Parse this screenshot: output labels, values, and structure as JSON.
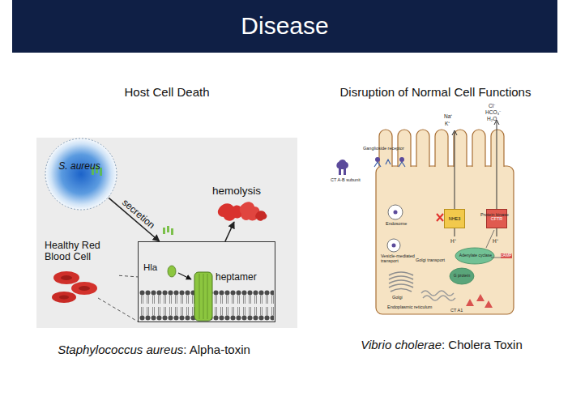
{
  "diagram": {
    "title": "Disease",
    "nodes": [
      {
        "text": [
          "Host Cell Death"
        ]
      },
      {
        "text": [
          "S. aureus"
        ],
        "in": 0
      },
      {
        "text": [
          "Healthy Red Blood Cell"
        ],
        "in": 0
      },
      {
        "text": [
          "Hla",
          "heptamer"
        ],
        "in": 0
      },
      {
        "text": [
          "hemolysis"
        ],
        "in": 0
      },
      {
        "text": [
          "Disruption of Normal Cell Functions"
        ]
      },
      {
        "text": [
          "NHE3"
        ],
        "in": 5
      },
      {
        "text": [
          "CFTR"
        ],
        "in": 5
      }
    ],
    "edges": [
      {
        "from": 1,
        "to": 3,
        "label": "secretion",
        "arrow": "to"
      },
      {
        "from": 2,
        "to": 3,
        "arrow": "none"
      },
      {
        "from": 3,
        "to": 4,
        "arrow": "to"
      }
    ],
    "labels": [
      "Staphylococcus aureus",
      ": Alpha-toxin",
      "Vibrio cholerae",
      ": Cholera Toxin",
      "CT A-B subunit",
      "Ganglioside receptor",
      "Na⁺",
      "K⁺",
      "Cl⁻",
      "HCO₃⁻",
      "H₂O",
      "H⁺",
      "H⁺",
      "Endosome",
      "Vesicle-mediated transport",
      "Protein kinase",
      "Golgi transport",
      "Golgi",
      "Endoplasmic reticulum",
      "CT A1",
      "cAMP",
      "Adenylate cyclase",
      "G protein"
    ]
  }
}
